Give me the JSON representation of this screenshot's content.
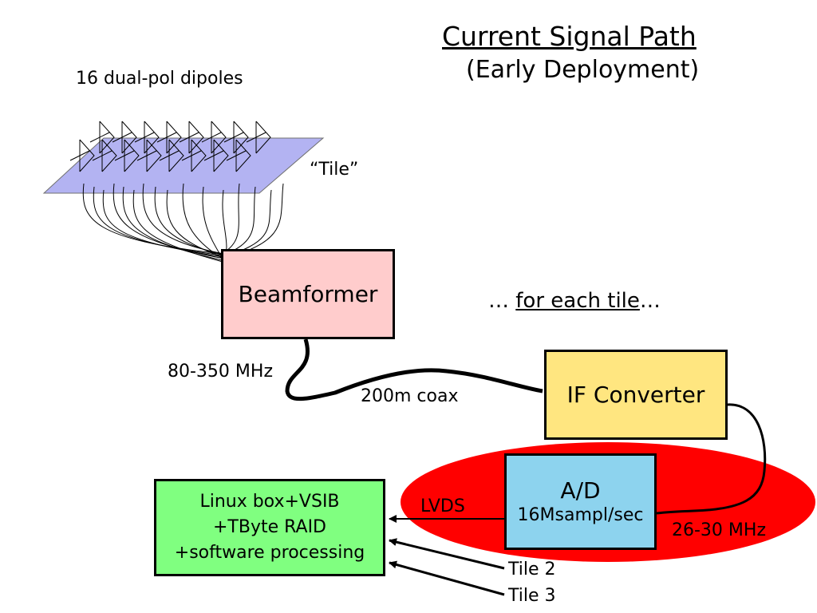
{
  "title": "Current Signal Path",
  "subtitle": "(Early Deployment)",
  "dipoles_label": "16 dual-pol dipoles",
  "tile_label": "“Tile”",
  "for_each_tile": {
    "prefix": "… ",
    "underlined": "for each tile",
    "suffix": "…"
  },
  "beamformer": {
    "label": "Beamformer"
  },
  "freq_in": "80-350 MHz",
  "coax": "200m coax",
  "if_converter": {
    "label": "IF Converter"
  },
  "ad": {
    "label": "A/D",
    "rate": "16Msampl/sec"
  },
  "freq_out": "26-30 MHz",
  "lvds": "LVDS",
  "linux_box": {
    "lines": [
      "Linux box+VSIB",
      "+TByte RAID",
      "+software processing"
    ]
  },
  "tiles": [
    "Tile 2",
    "Tile 3"
  ],
  "colors": {
    "tile_plane": "#b3b3f2",
    "beamformer": "#ffcccc",
    "if_converter": "#ffe680",
    "ad": "#8dd3ee",
    "linux_box": "#80ff80",
    "ellipse": "#ff0000"
  }
}
